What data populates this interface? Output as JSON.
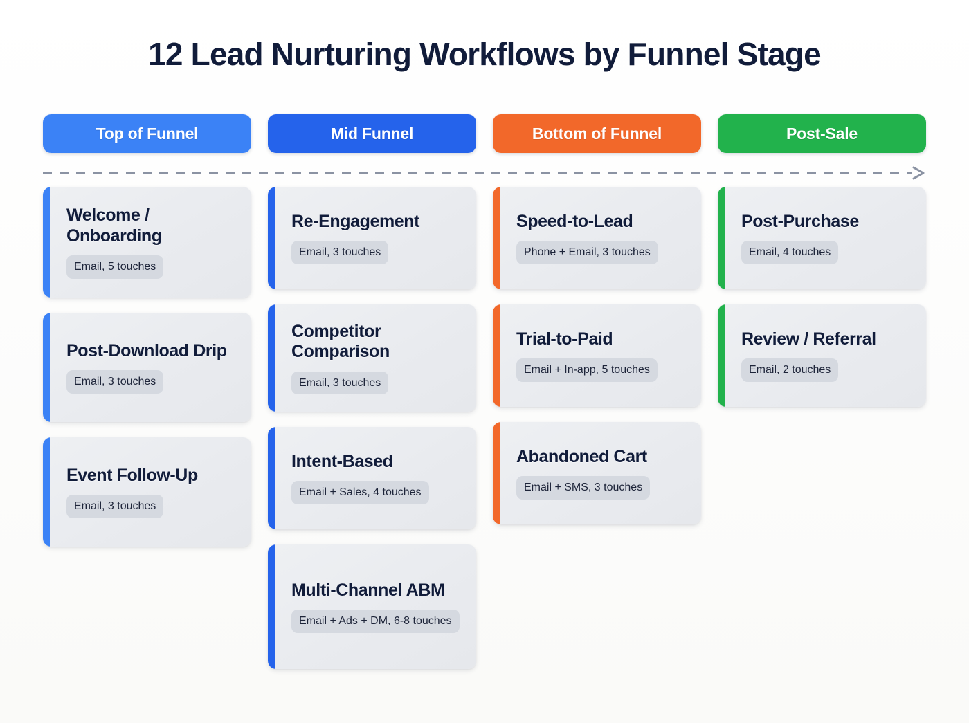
{
  "page": {
    "title": "12 Lead Nurturing Workflows by Funnel Stage",
    "background_color": "#fdfdfc",
    "title_color": "#111c3a"
  },
  "timeline": {
    "style": "dashed-arrow",
    "color": "#8b93a3",
    "direction": "left-to-right"
  },
  "stages": [
    {
      "label": "Top of Funnel",
      "color": "#3b82f6",
      "cards": [
        {
          "title": "Welcome / Onboarding",
          "meta": "Email, 5 touches"
        },
        {
          "title": "Post-Download Drip",
          "meta": "Email, 3 touches"
        },
        {
          "title": "Event Follow-Up",
          "meta": "Email, 3 touches"
        }
      ]
    },
    {
      "label": "Mid Funnel",
      "color": "#2563eb",
      "cards": [
        {
          "title": "Re-Engagement",
          "meta": "Email, 3 touches"
        },
        {
          "title": "Competitor Comparison",
          "meta": "Email, 3 touches"
        },
        {
          "title": "Intent-Based",
          "meta": "Email + Sales, 4 touches"
        },
        {
          "title": "Multi-Channel ABM",
          "meta": "Email + Ads + DM, 6-8 touches"
        }
      ]
    },
    {
      "label": "Bottom of Funnel",
      "color": "#f2682a",
      "cards": [
        {
          "title": "Speed-to-Lead",
          "meta": "Phone + Email, 3 touches"
        },
        {
          "title": "Trial-to-Paid",
          "meta": "Email + In-app, 5 touches"
        },
        {
          "title": "Abandoned Cart",
          "meta": "Email + SMS, 3 touches"
        }
      ]
    },
    {
      "label": "Post-Sale",
      "color": "#22b24c",
      "cards": [
        {
          "title": "Post-Purchase",
          "meta": "Email, 4 touches"
        },
        {
          "title": "Review / Referral",
          "meta": "Email, 2 touches"
        }
      ]
    }
  ]
}
